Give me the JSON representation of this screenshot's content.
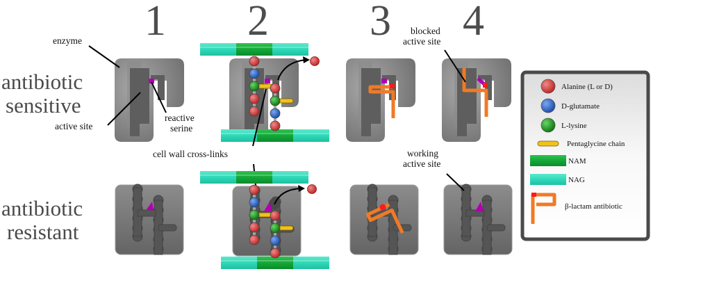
{
  "steps": [
    "1",
    "2",
    "3",
    "4"
  ],
  "rows": {
    "sensitive": [
      "antibiotic",
      "sensitive"
    ],
    "resistant": [
      "antibiotic",
      "resistant"
    ]
  },
  "annotations": {
    "enzyme": "enzyme",
    "active_site": "active site",
    "reactive_serine": [
      "reactive",
      "serine"
    ],
    "cross_links": "cell wall cross-links",
    "blocked": [
      "blocked",
      "active site"
    ],
    "working": [
      "working",
      "active site"
    ]
  },
  "legend": {
    "items": [
      {
        "label": "Alanine (L or D)",
        "symbol": "sphere",
        "color": "#d33a3a"
      },
      {
        "label": "D-glutamate",
        "symbol": "sphere",
        "color": "#2a5fc4"
      },
      {
        "label": "L-lysine",
        "symbol": "sphere",
        "color": "#1a9a1a"
      },
      {
        "label": "Pentaglycine chain",
        "symbol": "bar",
        "color": "#f2c21a"
      },
      {
        "label": "NAM",
        "symbol": "strip",
        "color": "#14a83a"
      },
      {
        "label": "NAG",
        "symbol": "strip",
        "color": "#2ed9b8"
      },
      {
        "label": "β-lactam antibiotic",
        "symbol": "lactam",
        "color": "#f07a25"
      }
    ]
  },
  "colors": {
    "enzyme": "#7a7a7a",
    "serine": "#b000b0",
    "alanine": "#d33a3a",
    "glutamate": "#2a5fc4",
    "lysine": "#1a9a1a",
    "pentaglycine": "#f2c21a",
    "nam": "#14a83a",
    "nag": "#2ed9b8",
    "lactam": "#f07a25",
    "lactam_tip": "#ff1a1a"
  }
}
